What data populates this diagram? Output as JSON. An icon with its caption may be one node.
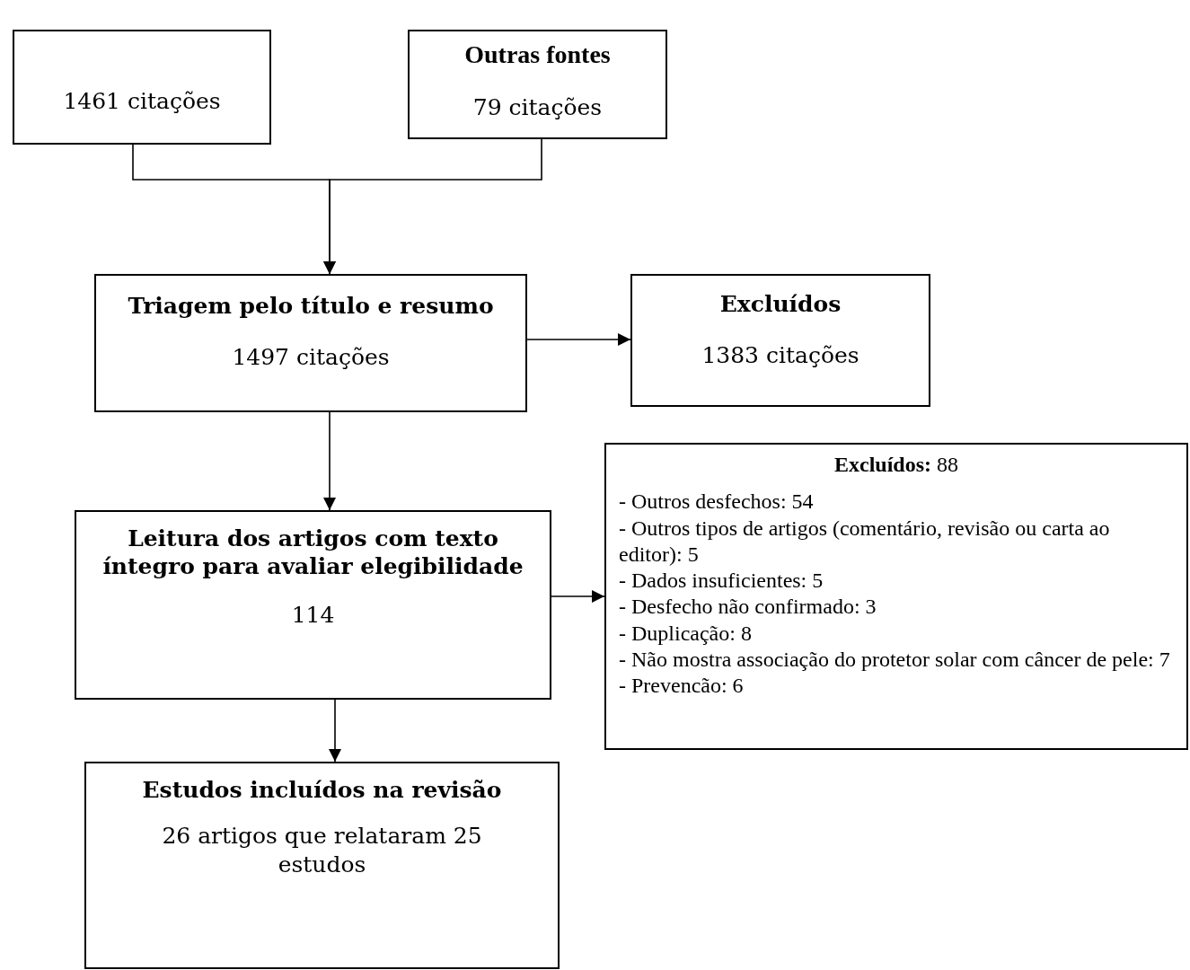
{
  "diagram": {
    "nodes": [
      {
        "text": [
          "1461 citações"
        ]
      },
      {
        "text": [
          "Outras fontes",
          "79 citações"
        ]
      },
      {
        "text": [
          "Triagem pelo título e resumo",
          "1497 citações"
        ]
      },
      {
        "text": [
          "Excluídos",
          "1383 citações"
        ]
      },
      {
        "text": [
          "Leitura dos artigos com texto íntegro para avaliar elegibilidade",
          "114"
        ]
      },
      {
        "text": [
          "**Excluídos:** 88",
          "- Outros desfechos: 54",
          "- Outros tipos de artigos (comentário, revisão ou carta ao editor): 5",
          "- Dados insuficientes: 5",
          "- Desfecho não confirmado: 3",
          "- Duplicação: 8",
          "- Não mostra associação do protetor solar com câncer de pele: 7",
          "- Prevencão: 6"
        ]
      },
      {
        "text": [
          "Estudos incluídos na revisão",
          "26 artigos que relataram 25 estudos"
        ]
      }
    ],
    "edges": [
      {
        "from": 0,
        "to": 2,
        "arrow": "to"
      },
      {
        "from": 1,
        "to": 2,
        "arrow": "to"
      },
      {
        "from": 2,
        "to": 3,
        "arrow": "to"
      },
      {
        "from": 2,
        "to": 4,
        "arrow": "to"
      },
      {
        "from": 4,
        "to": 5,
        "arrow": "to"
      },
      {
        "from": 4,
        "to": 6,
        "arrow": "to"
      }
    ]
  }
}
